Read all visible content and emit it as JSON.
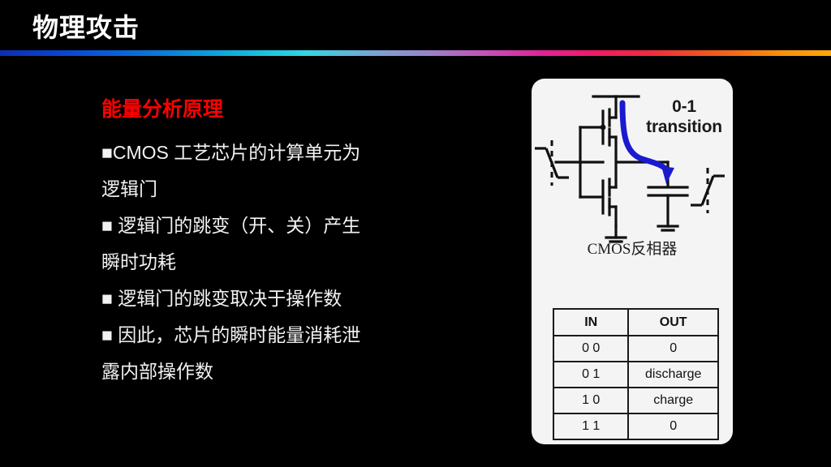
{
  "slide": {
    "title": "物理攻击",
    "background_color": "#000000",
    "divider_colors": [
      "#0b2fb0",
      "#1ec8e0",
      "#9d7fc8",
      "#e0239a",
      "#ef2a3e",
      "#fba806"
    ]
  },
  "content": {
    "heading": "能量分析原理",
    "heading_color": "#ff0000",
    "bullets": [
      "■CMOS 工艺芯片的计算单元为",
      "逻辑门",
      "■ 逻辑门的跳变（开、关）产生",
      "瞬时功耗",
      "■ 逻辑门的跳变取决于操作数",
      "■ 因此，芯片的瞬时能量消耗泄",
      "露内部操作数"
    ]
  },
  "figure": {
    "transition_label_line1": "0-1",
    "transition_label_line2": "transition",
    "caption": "CMOS反相器",
    "arrow_color": "#1a1ad0",
    "panel_color": "#f4f4f4"
  },
  "truth_table": {
    "headers": [
      "IN",
      "OUT"
    ],
    "rows": [
      {
        "in": "0  0",
        "out": "0"
      },
      {
        "in": "0  1",
        "out": "discharge"
      },
      {
        "in": "1  0",
        "out": "charge"
      },
      {
        "in": "1  1",
        "out": "0"
      }
    ]
  }
}
